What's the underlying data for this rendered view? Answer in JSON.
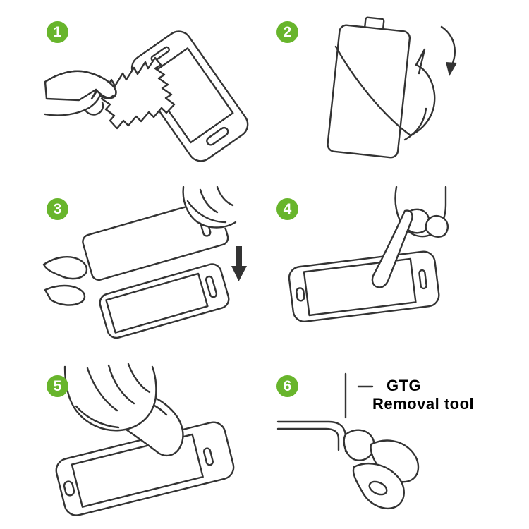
{
  "page": {
    "type": "instruction-sheet",
    "subject": "tempered-glass-screen-protector-installation-steps"
  },
  "colors": {
    "background": "#ffffff",
    "badge_green": "#68b52c",
    "badge_text": "#ffffff",
    "line_art": "#333333"
  },
  "steps": [
    {
      "number": "1",
      "illustration": "wipe-phone-screen-with-cloth"
    },
    {
      "number": "2",
      "illustration": "peel-backing-film-from-protector"
    },
    {
      "number": "3",
      "illustration": "align-protector-over-phone"
    },
    {
      "number": "4",
      "illustration": "press-finger-on-screen"
    },
    {
      "number": "5",
      "illustration": "smooth-film-onto-screen"
    },
    {
      "number": "6",
      "illustration": "lift-corner-with-removal-tool",
      "label": {
        "line1": "GTG",
        "line2": "Removal tool"
      }
    }
  ]
}
